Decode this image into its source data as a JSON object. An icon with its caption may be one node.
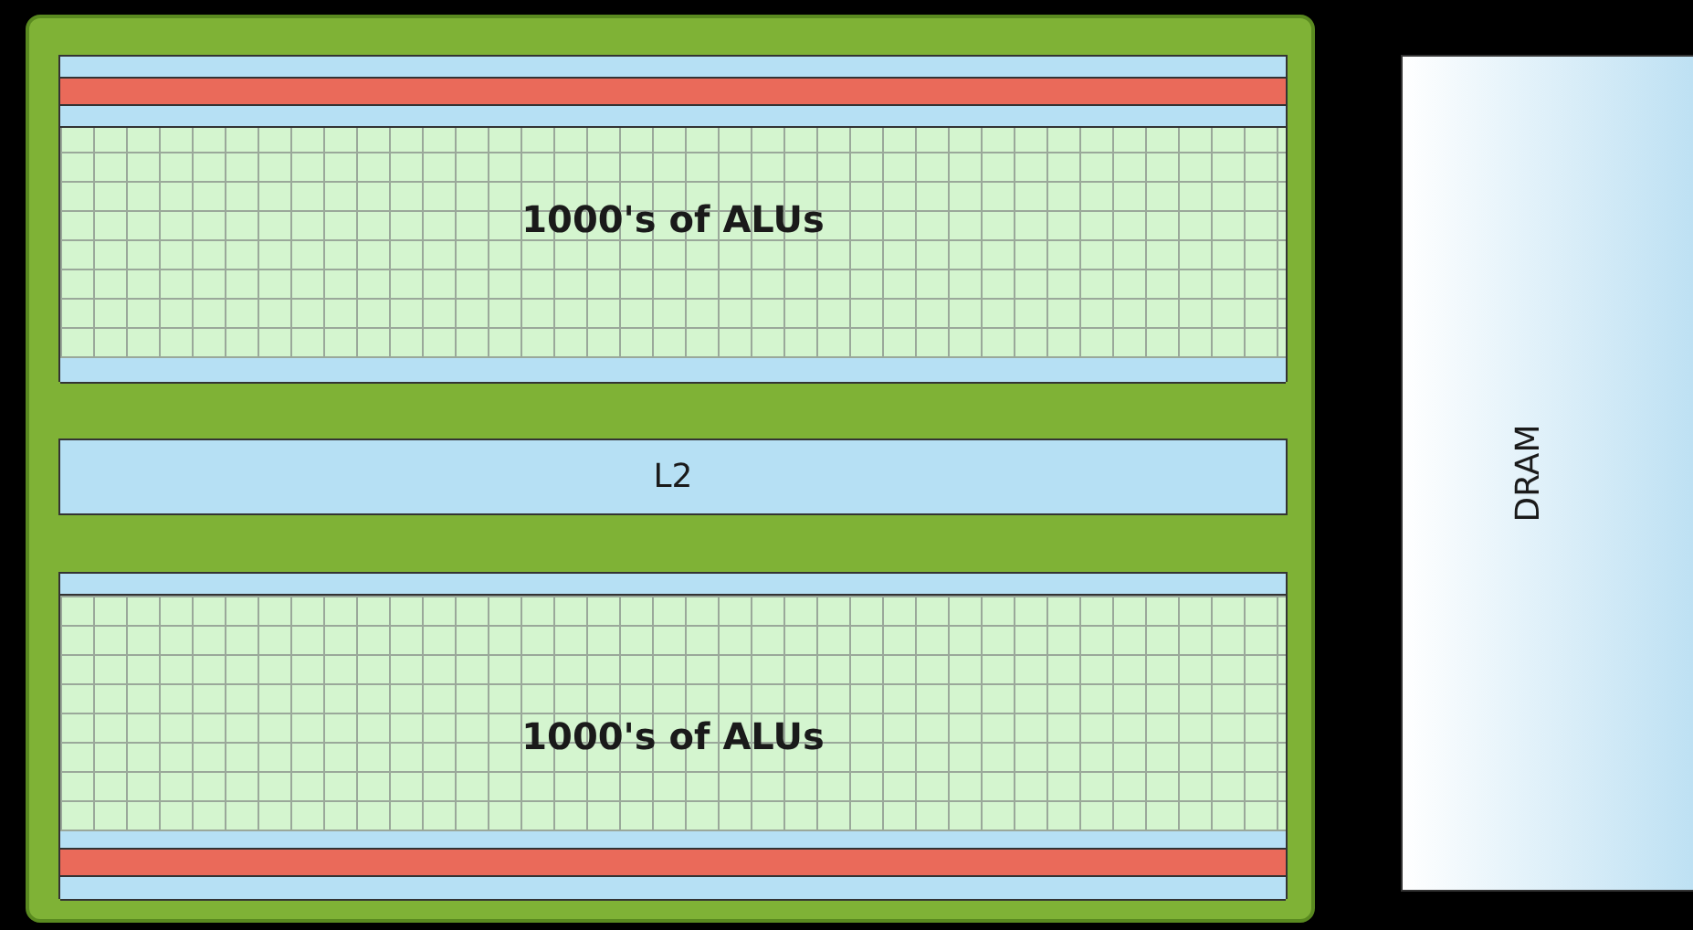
{
  "diagram": {
    "nodes": [
      {
        "text": [],
        "shape": "box"
      },
      {
        "text": [
          "1000's of ALUs"
        ],
        "in": 0
      },
      {
        "text": [
          "L2"
        ],
        "in": 0
      },
      {
        "text": [
          "1000's of ALUs"
        ],
        "in": 0
      },
      {
        "text": [
          "DRAM"
        ]
      }
    ]
  }
}
